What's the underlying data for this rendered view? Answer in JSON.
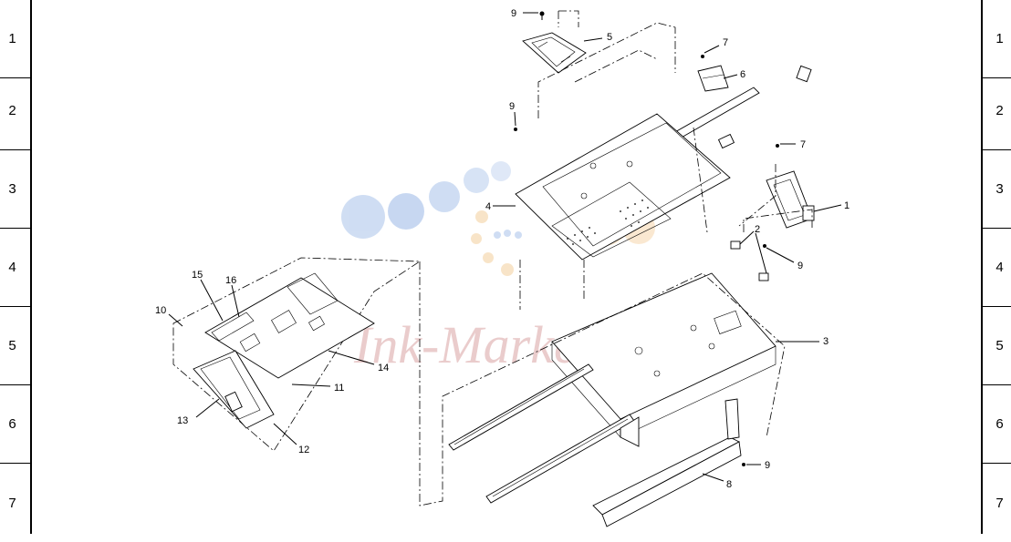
{
  "row_labels_left": [
    "1",
    "2",
    "3",
    "4",
    "5",
    "6",
    "7"
  ],
  "row_labels_right": [
    "1",
    "2",
    "3",
    "4",
    "5",
    "6",
    "7"
  ],
  "callouts": {
    "c1": "1",
    "c2": "2",
    "c3": "3",
    "c4": "4",
    "c5": "5",
    "c6": "6",
    "c7a": "7",
    "c7b": "7",
    "c8": "8",
    "c9a": "9",
    "c9b": "9",
    "c9c": "9",
    "c9d": "9",
    "c10": "10",
    "c11": "11",
    "c12": "12",
    "c13": "13",
    "c14": "14",
    "c15": "15",
    "c16": "16"
  },
  "watermark": {
    "text": "Ink-Market"
  }
}
